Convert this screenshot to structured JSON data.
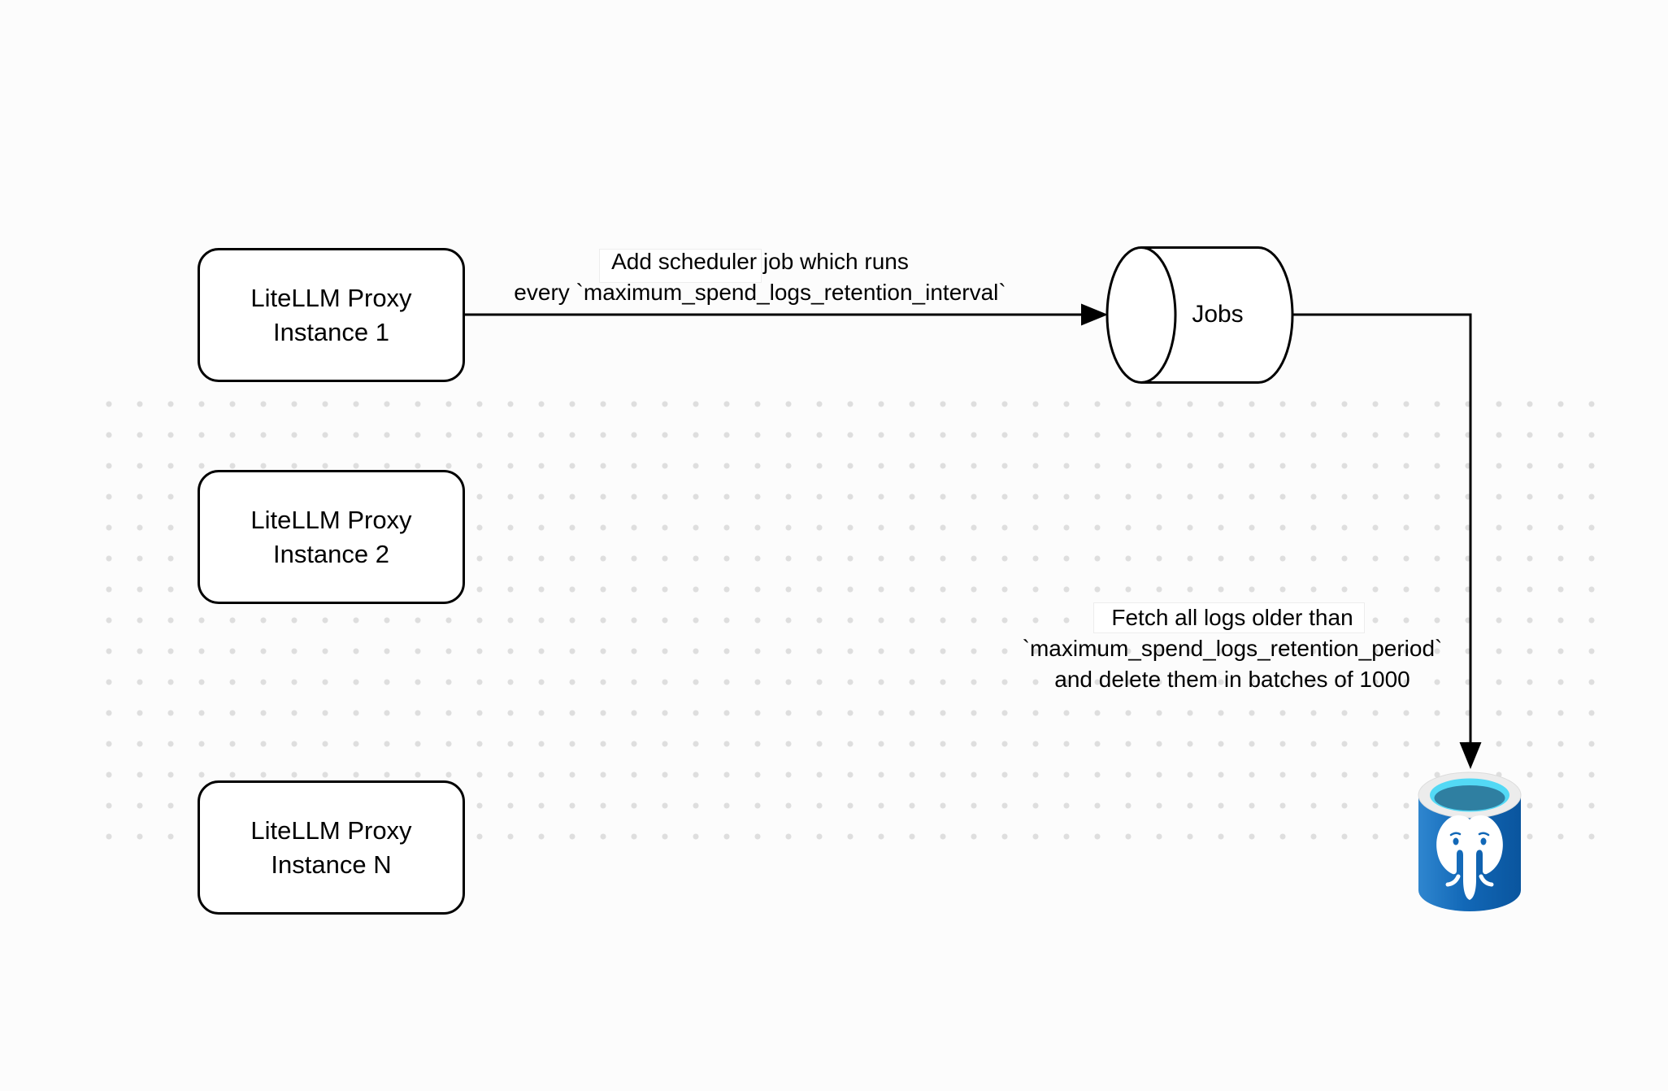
{
  "diagram": {
    "title": "LiteLLM spend logs cleanup scheduler diagram",
    "nodes": {
      "proxy_1": {
        "title_line1": "LiteLLM Proxy",
        "title_line2": "Instance 1"
      },
      "proxy_2": {
        "title_line1": "LiteLLM Proxy",
        "title_line2": "Instance 2"
      },
      "proxy_n": {
        "title_line1": "LiteLLM Proxy",
        "title_line2": "Instance N"
      },
      "jobs_queue": {
        "label": "Jobs"
      },
      "postgres_db": {
        "icon": "postgresql-elephant-database-icon"
      }
    },
    "edges": {
      "add_scheduler": {
        "label_line1": "Add scheduler job which runs",
        "label_line2": "every `maximum_spend_logs_retention_interval`"
      },
      "fetch_delete": {
        "label_line1": "Fetch all logs older than",
        "label_line2": "`maximum_spend_logs_retention_period`",
        "label_line3": "and delete them in batches of 1000"
      }
    },
    "colors": {
      "stroke": "#000000",
      "node_fill": "#ffffff",
      "canvas_bg": "#fcfcfc",
      "dot_grid": "#dedede",
      "postgres_blue": "#1268b7",
      "postgres_blue_light": "#2f86cf",
      "postgres_blue_dark": "#0a559e",
      "postgres_cyan": "#53d9f5",
      "postgres_teal": "#2f7fa1",
      "postgres_rim": "#ececec"
    }
  }
}
